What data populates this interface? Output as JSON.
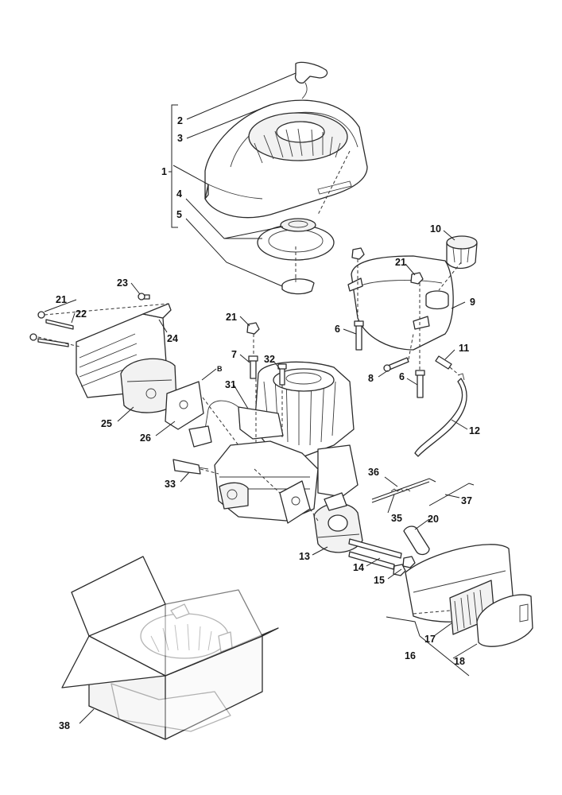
{
  "callouts": [
    {
      "id": "label-1",
      "text": "1"
    },
    {
      "id": "label-2",
      "text": "2"
    },
    {
      "id": "label-3",
      "text": "3"
    },
    {
      "id": "label-4",
      "text": "4"
    },
    {
      "id": "label-5",
      "text": "5"
    },
    {
      "id": "label-6a",
      "text": "6"
    },
    {
      "id": "label-6b",
      "text": "6"
    },
    {
      "id": "label-7",
      "text": "7"
    },
    {
      "id": "label-8",
      "text": "8"
    },
    {
      "id": "label-9",
      "text": "9"
    },
    {
      "id": "label-10",
      "text": "10"
    },
    {
      "id": "label-11",
      "text": "11"
    },
    {
      "id": "label-12",
      "text": "12"
    },
    {
      "id": "label-13",
      "text": "13"
    },
    {
      "id": "label-14",
      "text": "14"
    },
    {
      "id": "label-15",
      "text": "15"
    },
    {
      "id": "label-16",
      "text": "16"
    },
    {
      "id": "label-17",
      "text": "17"
    },
    {
      "id": "label-18",
      "text": "18"
    },
    {
      "id": "label-20",
      "text": "20"
    },
    {
      "id": "label-21a",
      "text": "21"
    },
    {
      "id": "label-21b",
      "text": "21"
    },
    {
      "id": "label-21c",
      "text": "21"
    },
    {
      "id": "label-22",
      "text": "22"
    },
    {
      "id": "label-23",
      "text": "23"
    },
    {
      "id": "label-24",
      "text": "24"
    },
    {
      "id": "label-25",
      "text": "25"
    },
    {
      "id": "label-26",
      "text": "26"
    },
    {
      "id": "label-31",
      "text": "31"
    },
    {
      "id": "label-32",
      "text": "32"
    },
    {
      "id": "label-33",
      "text": "33"
    },
    {
      "id": "label-35",
      "text": "35"
    },
    {
      "id": "label-36",
      "text": "36"
    },
    {
      "id": "label-37",
      "text": "37"
    },
    {
      "id": "label-38",
      "text": "38"
    },
    {
      "id": "label-b",
      "text": "B"
    }
  ]
}
